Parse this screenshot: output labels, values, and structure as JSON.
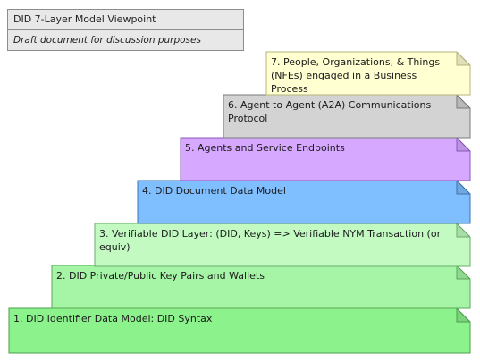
{
  "header": {
    "title": "DID 7-Layer Model Viewpoint",
    "subtitle": "Draft document for discussion purposes"
  },
  "layers": [
    {
      "label": "1. DID Identifier Data Model: DID Syntax",
      "fill": "#8cf28c",
      "stroke": "#4a9e4a"
    },
    {
      "label": "2. DID Private/Public Key Pairs and Wallets",
      "fill": "#a6f5a6",
      "stroke": "#5aa85a"
    },
    {
      "label": "3. Verifiable DID Layer: (DID, Keys) => Verifiable NYM Transaction (or equiv)",
      "fill": "#c2fac2",
      "stroke": "#6aae6a"
    },
    {
      "label": "4. DID Document Data Model",
      "fill": "#80bfff",
      "stroke": "#3a73b0"
    },
    {
      "label": "5. Agents and Service Endpoints",
      "fill": "#d7a8ff",
      "stroke": "#8a5ab8"
    },
    {
      "label": "6. Agent to Agent (A2A) Communications Protocol",
      "fill": "#d3d3d3",
      "stroke": "#7a7a7a"
    },
    {
      "label": "7. People, Organizations, & Things (NFEs) engaged in a Business Process",
      "fill": "#ffffd2",
      "stroke": "#b5b57a"
    }
  ]
}
